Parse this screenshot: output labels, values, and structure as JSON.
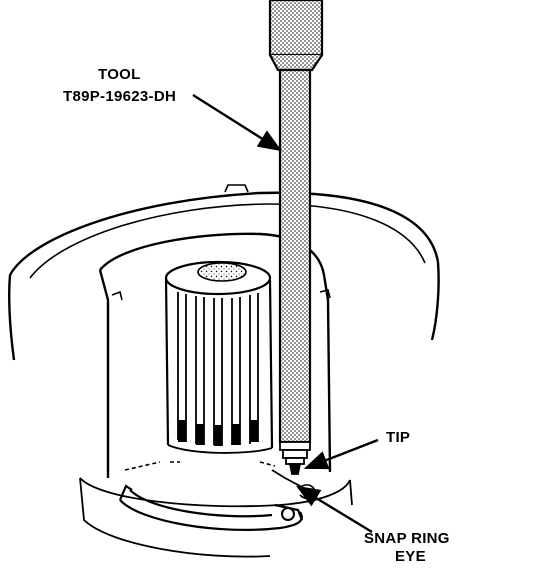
{
  "labels": {
    "tool_line1": "TOOL",
    "tool_line2": "T89P-19623-DH",
    "tip": "TIP",
    "snap_ring_line1": "SNAP RING",
    "snap_ring_line2": "EYE"
  },
  "colors": {
    "ink": "#000000",
    "paper": "#ffffff"
  }
}
